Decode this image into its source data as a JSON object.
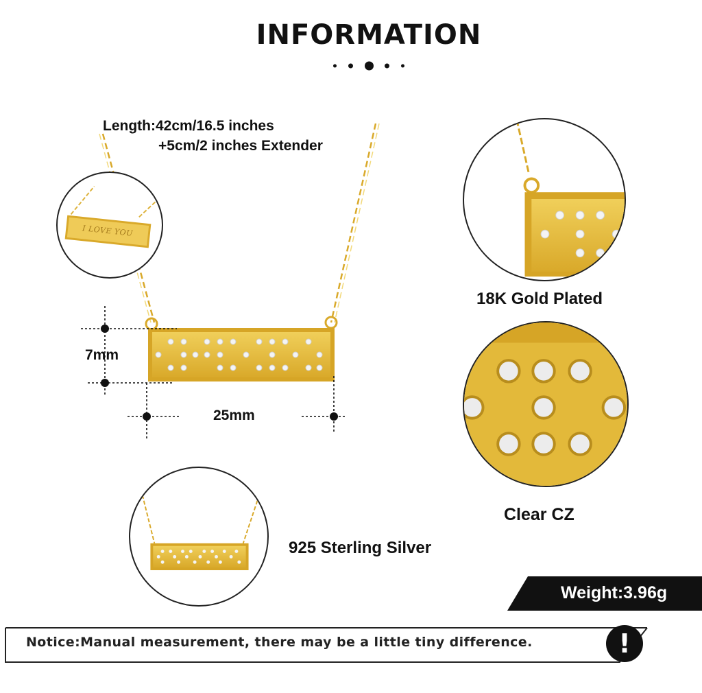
{
  "header": {
    "title": "INFORMATION"
  },
  "specs": {
    "length_line1": "Length:42cm/16.5 inches",
    "length_line2": "+5cm/2 inches Extender",
    "height": "7mm",
    "width": "25mm"
  },
  "features": {
    "gold": "18K Gold Plated",
    "cz": "Clear CZ",
    "silver": "925 Sterling Silver"
  },
  "engraving_sample": "I LOVE YOU",
  "weight": "Weight:3.96g",
  "notice": "Notice:Manual measurement, there may be a little tiny difference.",
  "notice_icon": "!",
  "icons": {
    "notice": "exclamation-icon"
  },
  "colors": {
    "gold": "#E3B93A",
    "gold_dark": "#C9981F",
    "text": "#111111",
    "banner": "#111111"
  }
}
